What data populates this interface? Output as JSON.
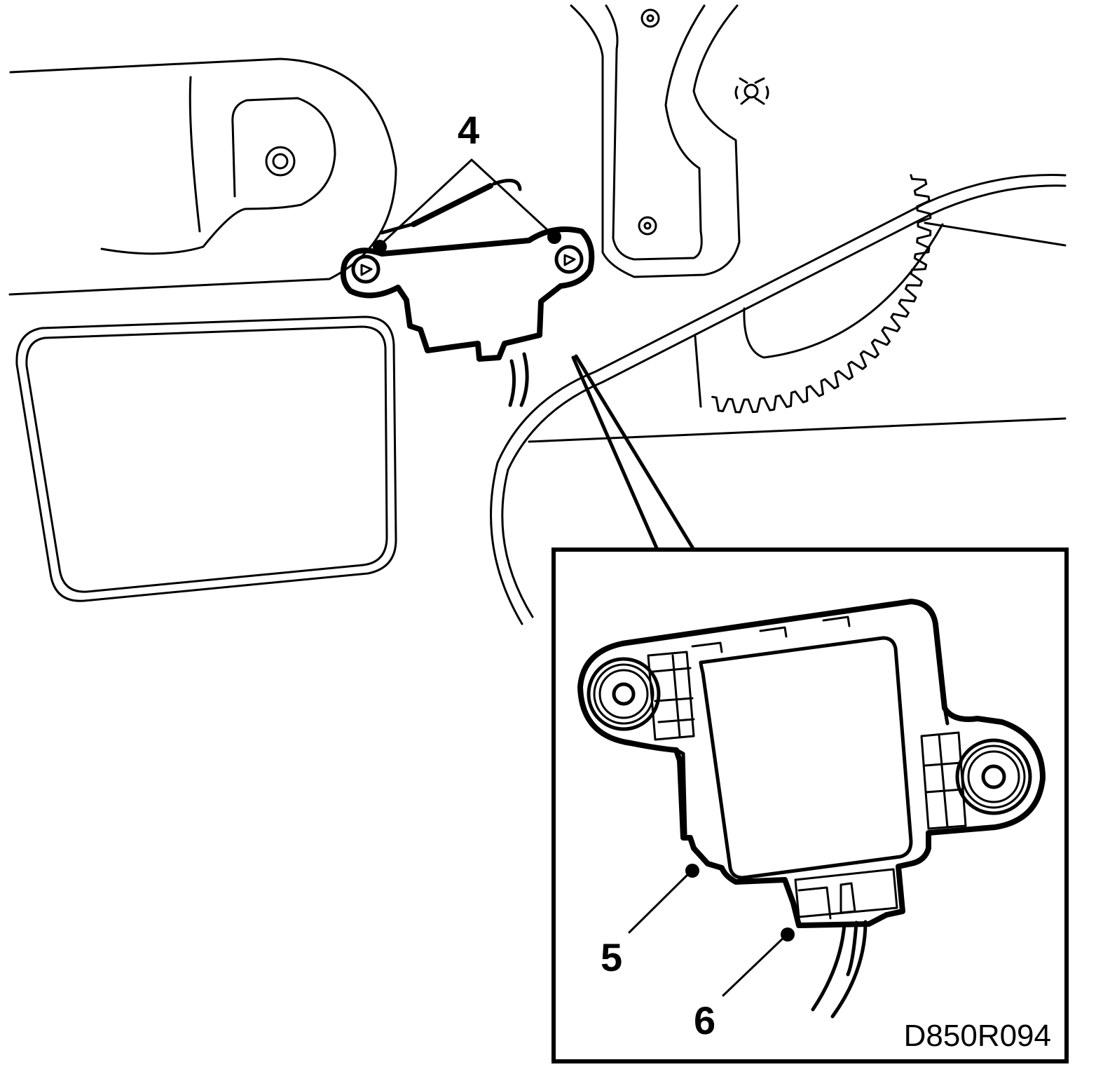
{
  "labels": {
    "callout_4": "4",
    "callout_5": "5",
    "callout_6": "6"
  },
  "figure_code": "D850R094",
  "colors": {
    "line": "#000000",
    "background": "#ffffff"
  }
}
